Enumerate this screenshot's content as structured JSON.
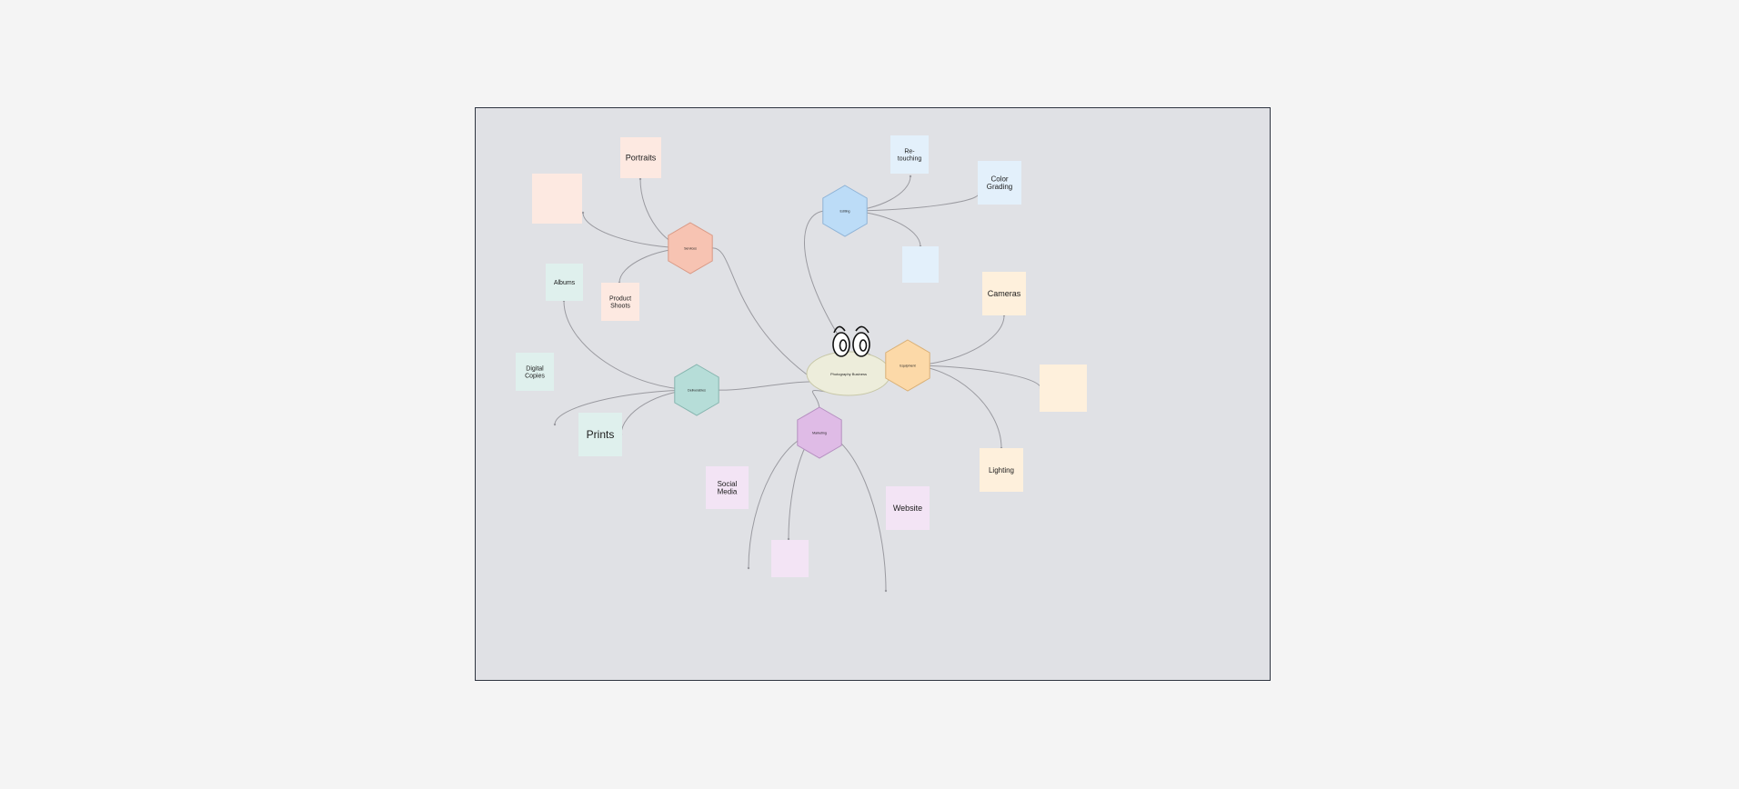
{
  "center": {
    "label": "Photography Business",
    "color": "#ededdb",
    "stroke": "#c8c8a8"
  },
  "hubs": [
    {
      "id": "services",
      "label": "Services",
      "fill": "#f7c3b2",
      "stroke": "#d99a86"
    },
    {
      "id": "editing",
      "label": "Editing",
      "fill": "#bcdcf7",
      "stroke": "#8fb3d6"
    },
    {
      "id": "equipment",
      "label": "Equipment",
      "fill": "#fcd9a8",
      "stroke": "#d9b077"
    },
    {
      "id": "marketing",
      "label": "Marketing",
      "fill": "#dfbbe6",
      "stroke": "#b58fc0"
    },
    {
      "id": "deliverables",
      "label": "Deliverables",
      "fill": "#b6ddd8",
      "stroke": "#86b5af"
    }
  ],
  "notes": [
    {
      "id": "portraits",
      "label": "Portraits",
      "hub": "services",
      "fill": "#fde9e1"
    },
    {
      "id": "services-blank",
      "label": "",
      "hub": "services",
      "fill": "#fde9e1"
    },
    {
      "id": "product-shoots",
      "label": "Product Shoots",
      "hub": "services",
      "fill": "#fde9e1"
    },
    {
      "id": "retouching",
      "label": "Re-touching",
      "hub": "editing",
      "fill": "#e3f0fb"
    },
    {
      "id": "color-grading",
      "label": "Color Grading",
      "hub": "editing",
      "fill": "#e3f0fb"
    },
    {
      "id": "editing-blank",
      "label": "",
      "hub": "editing",
      "fill": "#e3f0fb"
    },
    {
      "id": "cameras",
      "label": "Cameras",
      "hub": "equipment",
      "fill": "#fef0dc"
    },
    {
      "id": "equipment-blank",
      "label": "",
      "hub": "equipment",
      "fill": "#fef0dc"
    },
    {
      "id": "lighting",
      "label": "Lighting",
      "hub": "equipment",
      "fill": "#fef0dc"
    },
    {
      "id": "social-media",
      "label": "Social Media",
      "hub": "marketing",
      "fill": "#f3e4f5"
    },
    {
      "id": "website",
      "label": "Website",
      "hub": "marketing",
      "fill": "#f3e4f5"
    },
    {
      "id": "marketing-blank",
      "label": "",
      "hub": "marketing",
      "fill": "#f3e4f5"
    },
    {
      "id": "albums",
      "label": "Albums",
      "hub": "deliverables",
      "fill": "#dff0ed"
    },
    {
      "id": "digital-copies",
      "label": "Digital Copies",
      "hub": "deliverables",
      "fill": "#dff0ed"
    },
    {
      "id": "prints",
      "label": "Prints",
      "hub": "deliverables",
      "fill": "#dff0ed"
    }
  ],
  "colors": {
    "edge": "#9a9aa0",
    "canvas": "#e0e1e5",
    "frame": "#2e3440"
  }
}
